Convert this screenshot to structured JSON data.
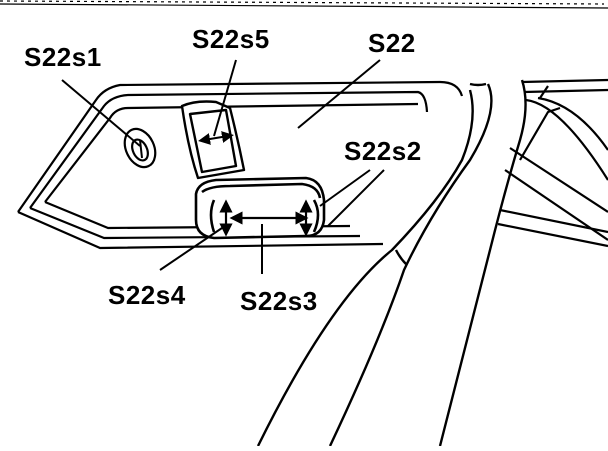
{
  "labels": {
    "s22": "S22",
    "s22s1": "S22s1",
    "s22s2": "S22s2",
    "s22s3": "S22s3",
    "s22s4": "S22s4",
    "s22s5": "S22s5"
  },
  "colors": {
    "ink": "#000000",
    "background": "#ffffff"
  }
}
